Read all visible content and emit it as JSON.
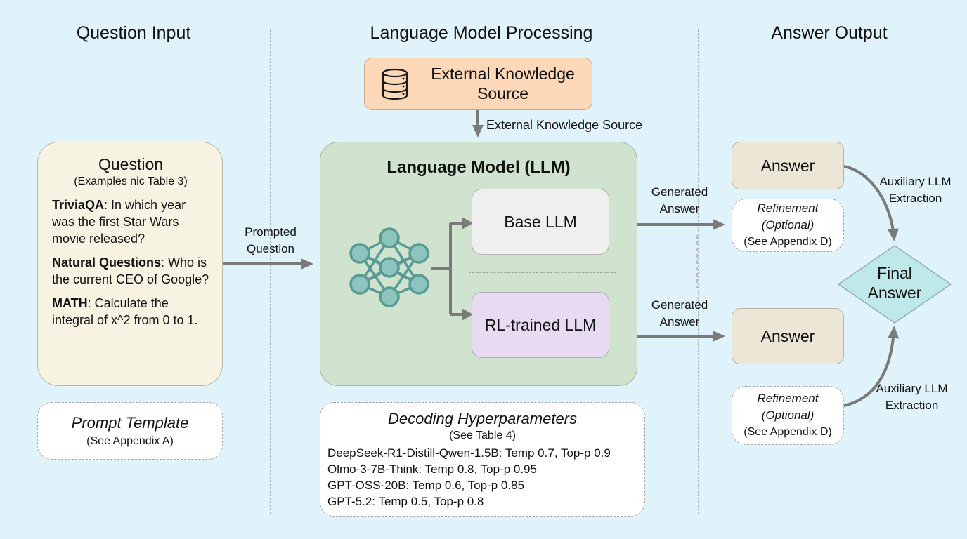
{
  "sections": {
    "input_title": "Question Input",
    "processing_title": "Language Model Processing",
    "output_title": "Answer Output"
  },
  "question": {
    "title": "Question",
    "subtitle": "(Examples nic Table 3)",
    "items": [
      {
        "dataset": "TriviaQA",
        "text": ": In which year was the first Star Wars movie released?"
      },
      {
        "dataset": "Natural Questions",
        "text": ": Who is the current CEO of Google?"
      },
      {
        "dataset": "MATH",
        "text": ": Calculate the integral of x^2 from 0 to 1."
      }
    ]
  },
  "prompt_template": {
    "title": "Prompt Template",
    "subtitle": "(See Appendix A)"
  },
  "external_knowledge": {
    "box_label": "External Knowledge Source",
    "icon": "database-icon",
    "arrow_label": "External Knowledge Source"
  },
  "flow_labels": {
    "prompted_question": "Prompted Question",
    "generated_answer_1": "Generated Answer",
    "generated_answer_2": "Generated Answer",
    "aux_extraction_1": "Auxiliary LLM Extraction",
    "aux_extraction_2": "Auxiliary LLM Extraction"
  },
  "llm": {
    "title": "Language Model (LLM)",
    "icon": "neural-network-icon",
    "base_label": "Base LLM",
    "rl_label": "RL-trained LLM"
  },
  "decoding": {
    "title": "Decoding Hyperparameters",
    "subtitle": "(See Table 4)",
    "lines": [
      "DeepSeek-R1-Distill-Qwen-1.5B: Temp 0.7, Top-p 0.9",
      "Olmo-3-7B-Think: Temp 0.8, Top-p 0.95",
      "GPT-OSS-20B: Temp 0.6, Top-p 0.85",
      "GPT-5.2: Temp 0.5, Top-p 0.8"
    ]
  },
  "output": {
    "answer_1": "Answer",
    "answer_2": "Answer",
    "refinement_1": {
      "title": "Refinement",
      "optional": "(Optional)",
      "ref": "(See Appendix D)"
    },
    "refinement_2": {
      "title": "Refinement",
      "optional": "(Optional)",
      "ref": "(See Appendix D)"
    },
    "final_answer": "Final Answer"
  },
  "colors": {
    "background": "#e0f2fa",
    "question_box": "#f7f3e3",
    "knowledge_box": "#fcd8b8",
    "llm_box": "#cfe3cf",
    "base_llm": "#efefef",
    "rl_llm": "#e8daf0",
    "answer_box": "#ebe6d6",
    "final_answer": "#bfe8e8",
    "arrow": "#7a7a7a",
    "network": "#5a9a94"
  }
}
